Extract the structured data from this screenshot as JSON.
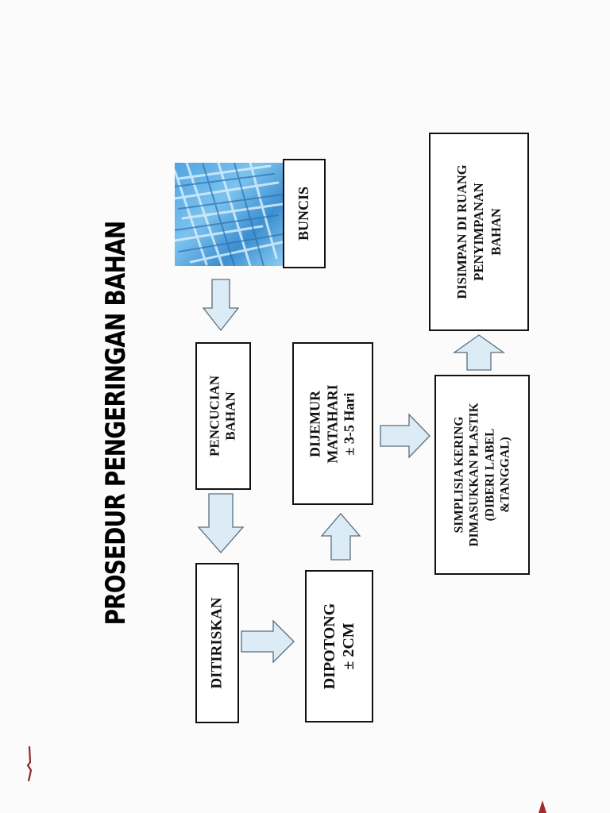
{
  "title": "PROSEDUR PENGERINGAN BAHAN",
  "steps": {
    "buncis": {
      "lines": [
        "BUNCIS"
      ]
    },
    "pencucian": {
      "lines": [
        "PENCUCIAN",
        "BAHAN"
      ]
    },
    "ditiriskan": {
      "lines": [
        "DITIRISKAN"
      ]
    },
    "dipotong": {
      "lines": [
        "DIPOTONG",
        "± 2CM"
      ]
    },
    "dijemur": {
      "lines": [
        "DIJEMUR",
        "MATAHARI",
        "± 3-5 Hari"
      ]
    },
    "simplisia": {
      "lines": [
        "SIMPLISIA KERING",
        "DIMASUKKAN PLASTIK",
        "(DIBERI  LABEL",
        "&TANGGAL)"
      ]
    },
    "disimpan": {
      "lines": [
        "DISIMPAN DI RUANG",
        "PENYIMPANAN",
        "BAHAN"
      ]
    }
  },
  "colors": {
    "arrow_fill": "#dcecf6",
    "arrow_stroke": "#5a6e7a",
    "photo_blue": "#4fa4e0"
  },
  "icons": {
    "photo": "green-beans-photo"
  }
}
